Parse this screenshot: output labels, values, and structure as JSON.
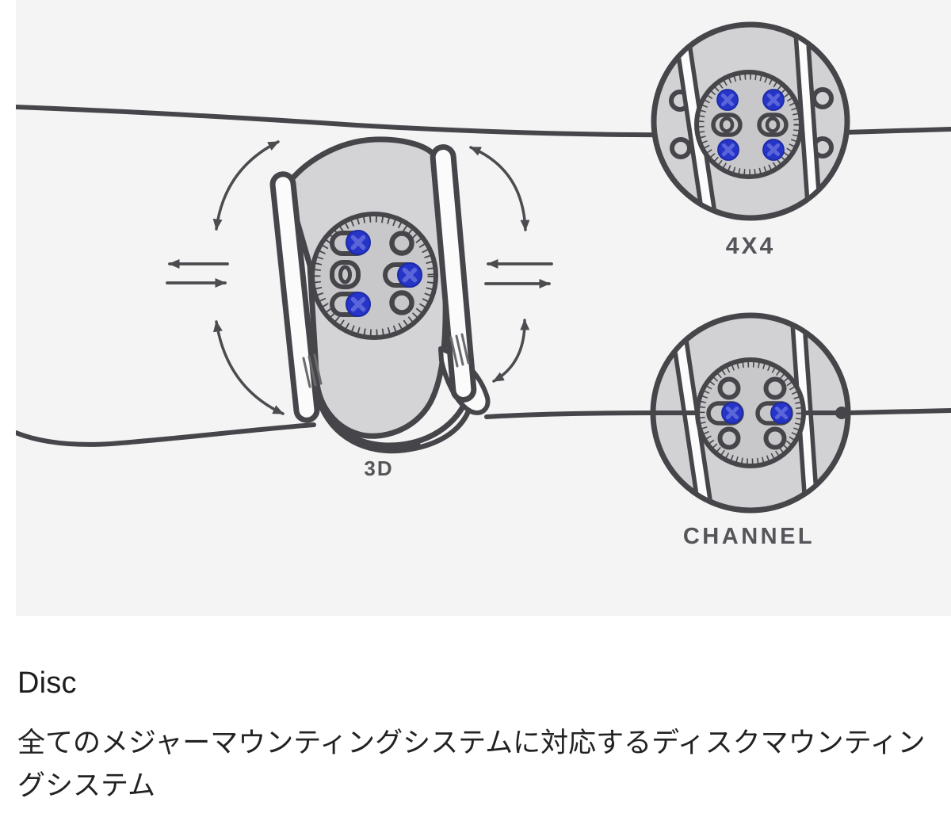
{
  "diagram": {
    "main_label": "3D",
    "detail_top_label": "4X4",
    "detail_bottom_label": "CHANNEL"
  },
  "content": {
    "heading": "Disc",
    "description": "全てのメジャーマウンティングシステムに対応するディスクマウンティングシステム"
  },
  "colors": {
    "panel_background": "#f4f4f5",
    "outline_dark": "#46464a",
    "arrow_gray": "#4c4c50",
    "plate_gray": "#d4d4d6",
    "disc_gray": "#c8c8ca",
    "rail_white": "#fbfbfc",
    "screw_blue": "#2635c8",
    "screw_cross_blue": "#5b65da",
    "label_gray": "#55555a",
    "heading_text": "#1d1d1f",
    "body_text": "#222225"
  }
}
